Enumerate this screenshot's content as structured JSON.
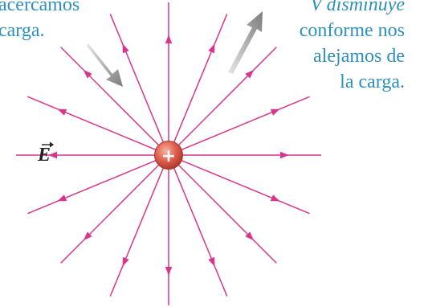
{
  "diagram": {
    "charge_sign": "+",
    "field_vector_label": "E",
    "field_line_count": 16,
    "colors": {
      "field_lines": "#d8368c",
      "charge_fill": "#e0604e",
      "charge_edge": "#b23a2c",
      "caption_text": "#2f8fbd",
      "arrow_gray": "#8c8c8c"
    }
  },
  "captions": {
    "left": {
      "line1": "acercamos",
      "line2": "carga."
    },
    "right": {
      "line1": "V disminuye",
      "line2": "conforme nos",
      "line3": "alejamos de",
      "line4": "la carga."
    }
  }
}
